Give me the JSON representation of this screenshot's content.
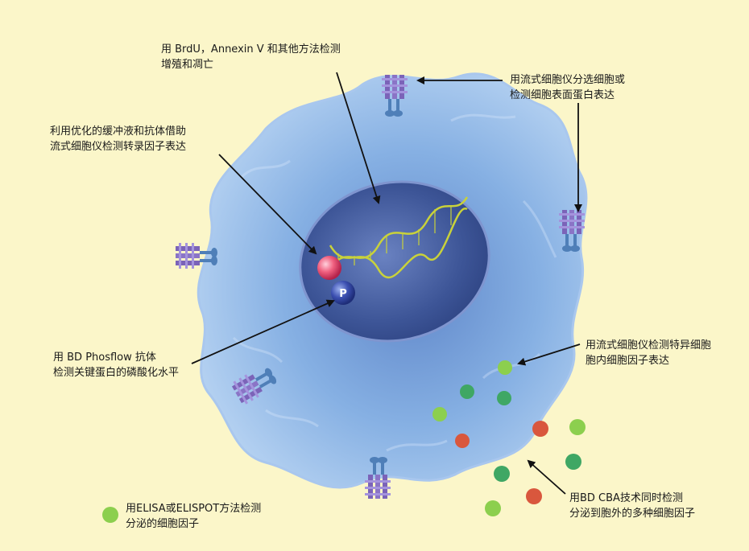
{
  "labels": {
    "brdu": {
      "line1": "用 BrdU，Annexin V 和其他方法检测",
      "line2": "增殖和凋亡"
    },
    "sorting": {
      "line1": "用流式细胞仪分选细胞或",
      "line2": "检测细胞表面蛋白表达"
    },
    "transcription": {
      "line1": "利用优化的缓冲液和抗体借助",
      "line2": "流式细胞仪检测转录因子表达"
    },
    "phosflow": {
      "line1": "用 BD Phosflow 抗体",
      "line2": "检测关键蛋白的磷酸化水平"
    },
    "intracellular": {
      "line1": "用流式细胞仪检测特异细胞",
      "line2": "胞内细胞因子表达"
    },
    "cba": {
      "line1": "用BD CBA技术同时检测",
      "line2": "分泌到胞外的多种细胞因子"
    },
    "elisa": {
      "line1": "用ELISA或ELISPOT方法检测",
      "line2": "分泌的细胞因子"
    }
  },
  "phospho_symbol": "P",
  "colors": {
    "background": "#fbf6c9",
    "cell": "#8fb6e6",
    "nucleus": "#41589a",
    "dna": "#c9d23a",
    "cytokine_green": "#3fa764",
    "cytokine_light_green": "#8ccf4e",
    "cytokine_red": "#d9573d",
    "receptor": "#7b63b8"
  }
}
